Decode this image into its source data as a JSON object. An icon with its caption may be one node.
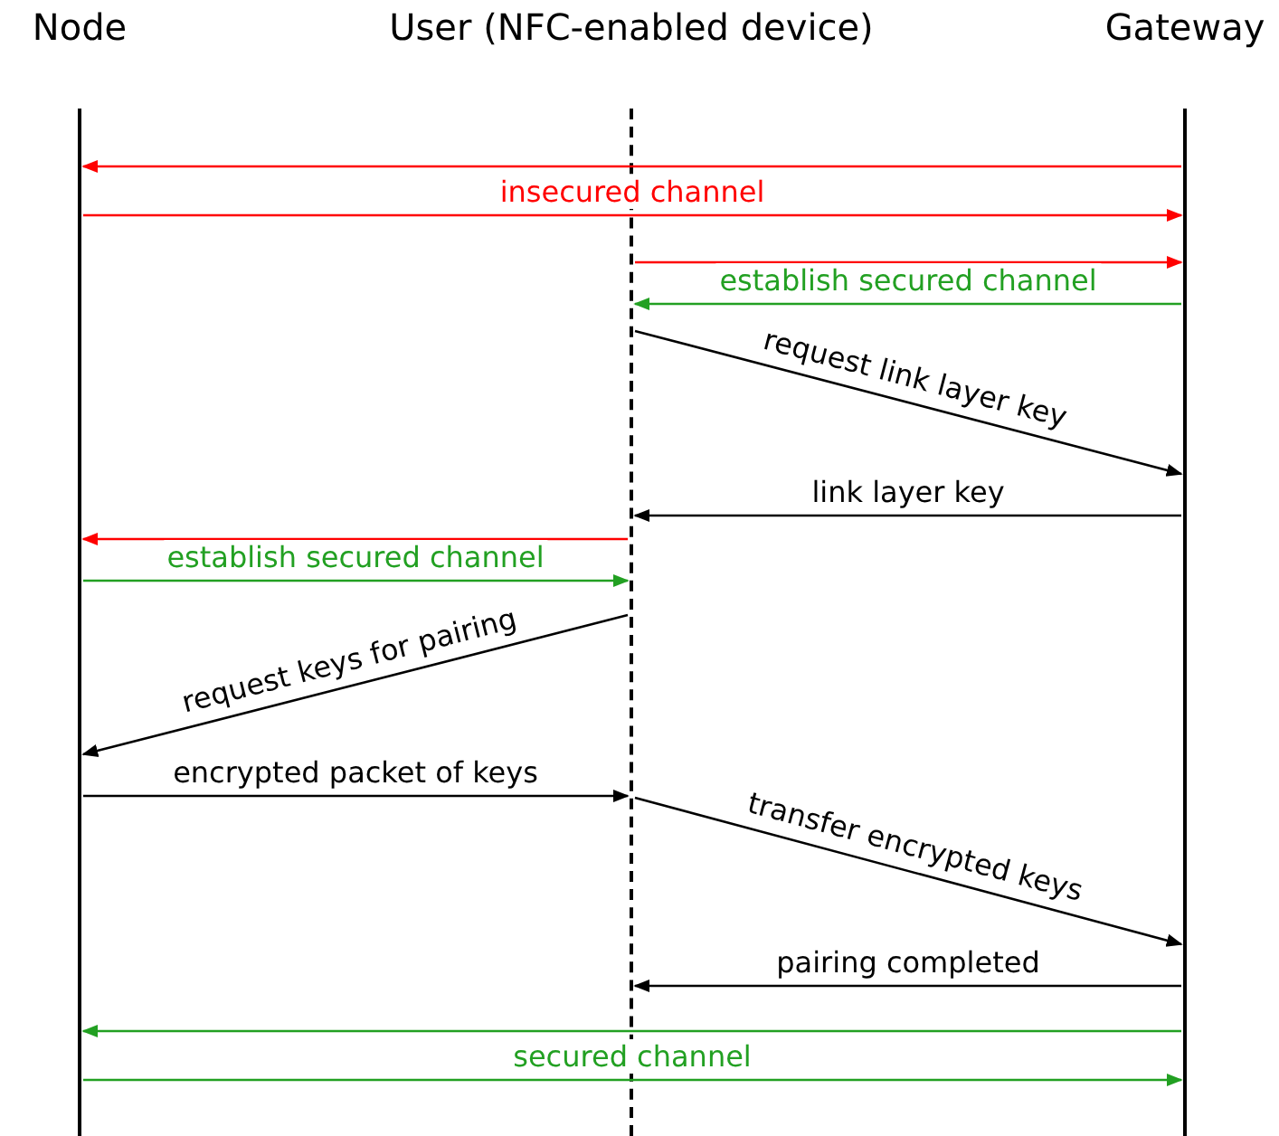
{
  "diagram": {
    "nodes": [
      {
        "text": [
          "Node"
        ]
      },
      {
        "text": [
          "User (NFC-enabled device)"
        ]
      },
      {
        "text": [
          "Gateway"
        ]
      }
    ],
    "edges": [
      {
        "from": 2,
        "to": 0,
        "arrow": "to",
        "color": "#ff0000"
      },
      {
        "from": 0,
        "to": 2,
        "arrow": "to",
        "label": "insecured channel",
        "color": "#ff0000"
      },
      {
        "from": 1,
        "to": 2,
        "arrow": "to",
        "color": "#ff0000"
      },
      {
        "from": 2,
        "to": 1,
        "arrow": "to",
        "label": "establish secured channel",
        "color": "#22a022"
      },
      {
        "from": 1,
        "to": 2,
        "arrow": "to",
        "label": "request link layer key"
      },
      {
        "from": 2,
        "to": 1,
        "arrow": "to",
        "label": "link layer key"
      },
      {
        "from": 1,
        "to": 0,
        "arrow": "to",
        "color": "#ff0000"
      },
      {
        "from": 0,
        "to": 1,
        "arrow": "to",
        "label": "establish secured channel",
        "color": "#22a022"
      },
      {
        "from": 1,
        "to": 0,
        "arrow": "to",
        "label": "request keys for pairing"
      },
      {
        "from": 0,
        "to": 1,
        "arrow": "to",
        "label": "encrypted packet of keys"
      },
      {
        "from": 1,
        "to": 2,
        "arrow": "to",
        "label": "transfer encrypted keys"
      },
      {
        "from": 2,
        "to": 1,
        "arrow": "to",
        "label": "pairing completed"
      },
      {
        "from": 2,
        "to": 0,
        "arrow": "to",
        "color": "#22a022"
      },
      {
        "from": 0,
        "to": 2,
        "arrow": "to",
        "label": "secured channel",
        "color": "#22a022"
      }
    ]
  }
}
